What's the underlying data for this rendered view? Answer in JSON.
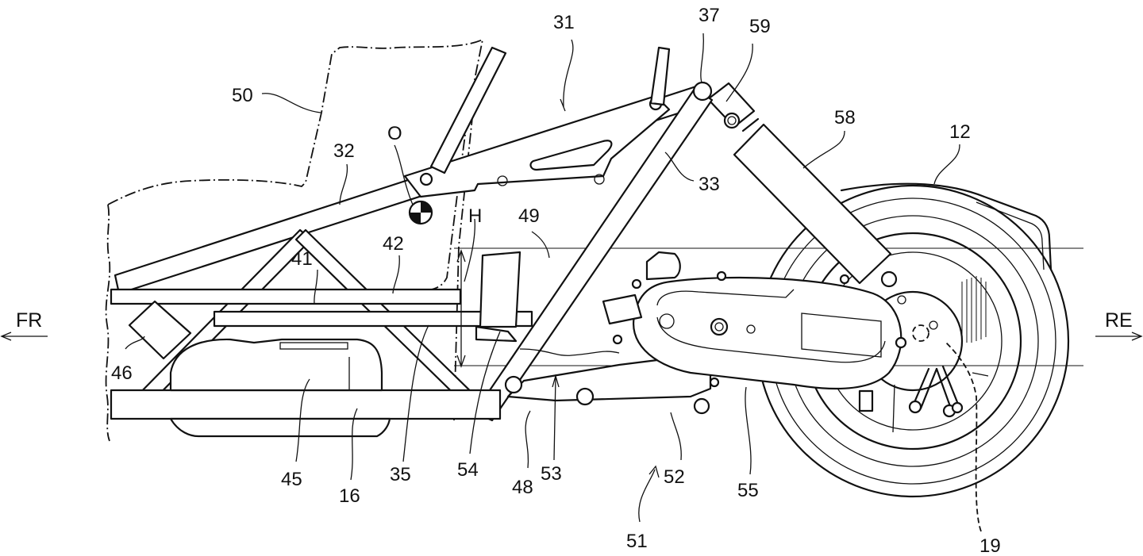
{
  "figure": {
    "type": "patent-drawing",
    "subject": "scooter rear frame, power unit and swing-arm side view",
    "colors": {
      "ink": "#111111",
      "paper": "#ffffff"
    }
  },
  "directions": {
    "front": {
      "label": "FR",
      "arrow": "left"
    },
    "rear": {
      "label": "RE",
      "arrow": "right"
    }
  },
  "dimension": {
    "label": "H",
    "meaning": "vertical height dimension (double-headed arrow)"
  },
  "center_of_gravity": {
    "label": "O",
    "symbol": "center-of-gravity-icon"
  },
  "reference_numerals": {
    "n12": "12",
    "n16": "16",
    "n19": "19",
    "n31": "31",
    "n32": "32",
    "n33": "33",
    "n35": "35",
    "n37": "37",
    "n41": "41",
    "n42": "42",
    "n45": "45",
    "n46": "46",
    "n48": "48",
    "n49": "49",
    "n50": "50",
    "n51": "51",
    "n52": "52",
    "n53": "53",
    "n54": "54",
    "n55": "55",
    "n58": "58",
    "n59": "59"
  }
}
